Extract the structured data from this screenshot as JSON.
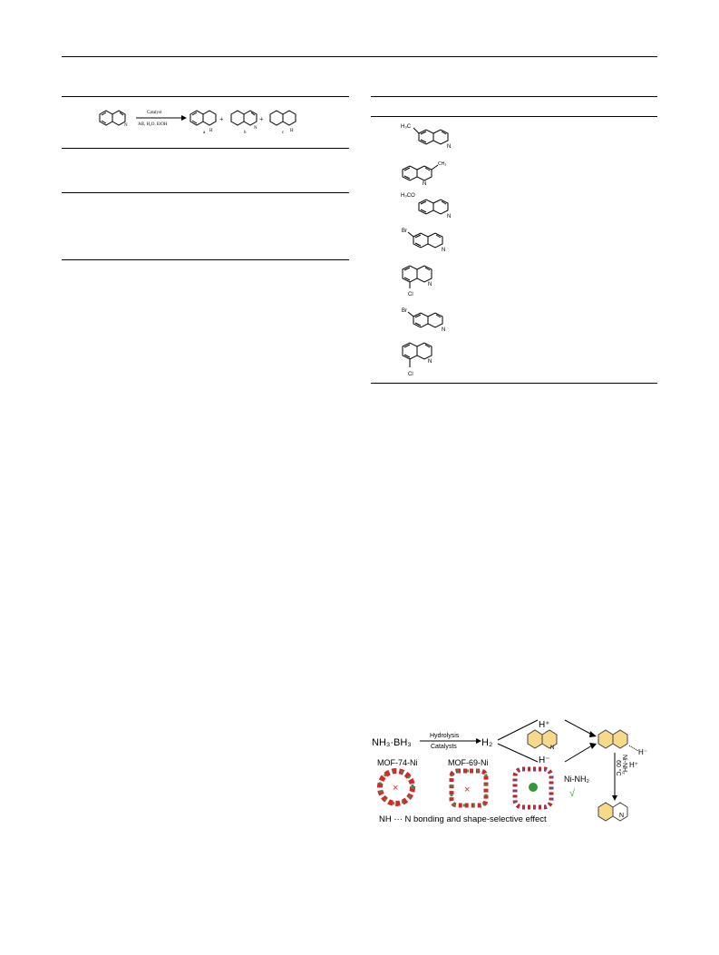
{
  "reaction": {
    "reagent_top": "Catalyst",
    "reagent_bottom": "AB, H₂O, EtOH",
    "product_labels": [
      "a",
      "b",
      "c"
    ],
    "plus": "+",
    "N": "N",
    "H": "H"
  },
  "substrates": [
    {
      "substituent": "H₃C",
      "position": "6"
    },
    {
      "substituent": "CH₃",
      "position": "3"
    },
    {
      "substituent": "H₃CO",
      "position": "6"
    },
    {
      "substituent": "Br",
      "position": "6"
    },
    {
      "substituent": "Cl",
      "position": "8"
    },
    {
      "substituent": "Br",
      "position": "6"
    },
    {
      "substituent": "Cl",
      "position": "8"
    }
  ],
  "scheme": {
    "nh3bh3": "NH₃·BH₃",
    "hydrolysis": "Hydrolysis",
    "catalysts": "Catalysts",
    "h2": "H₂",
    "h_plus": "H⁺",
    "h_minus": "H⁻",
    "temp": "60 °C",
    "ni_nh2_vertical": "Ni-NH₂",
    "mof74": "MOF-74-Ni",
    "mof69": "MOF-69-Ni",
    "ni_nh2": "Ni-NH₂",
    "cross": "×",
    "check": "√",
    "caption": "NH ··· N bonding  and shape-selective effect",
    "N": "N"
  },
  "colors": {
    "ring_fill": "#f6d98a",
    "mof_red": "#d9262b",
    "mof_green": "#2f9a3a",
    "check_green": "#2bb24a"
  }
}
